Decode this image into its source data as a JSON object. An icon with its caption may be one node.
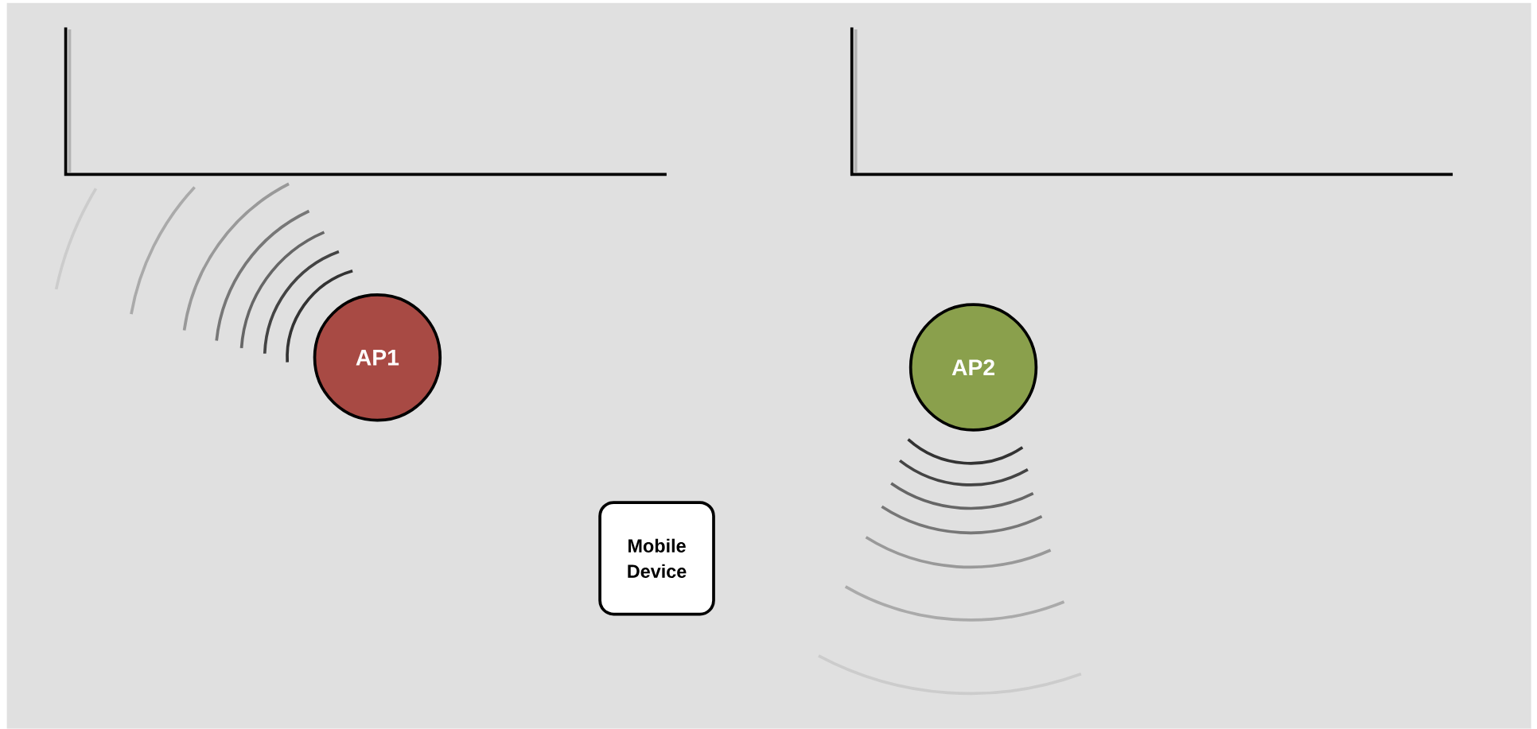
{
  "diagram": {
    "nodes": [
      {
        "text": [
          "AP1"
        ]
      },
      {
        "text": [
          "AP2"
        ]
      },
      {
        "text": [
          "Mobile Device"
        ]
      }
    ]
  }
}
